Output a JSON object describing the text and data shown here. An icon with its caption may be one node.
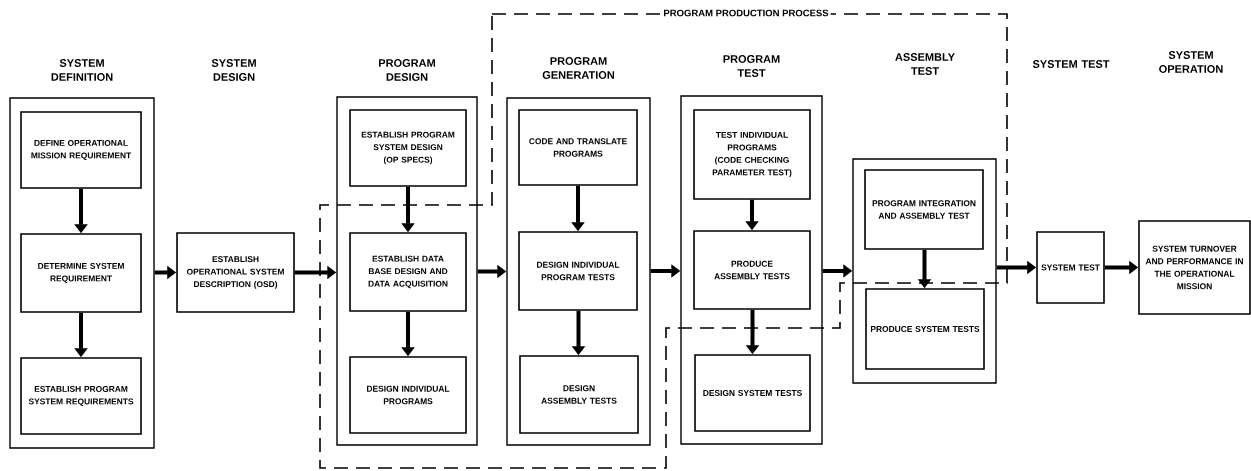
{
  "diagram": {
    "nodes": [
      {
        "text": [
          "SYSTEM DEFINITION"
        ]
      },
      {
        "text": [
          "DEFINE OPERATIONAL MISSION REQUIREMENT"
        ],
        "in": 0
      },
      {
        "text": [
          "DETERMINE SYSTEM REQUIREMENT"
        ],
        "in": 0
      },
      {
        "text": [
          "ESTABLISH PROGRAM SYSTEM REQUIREMENTS"
        ],
        "in": 0
      },
      {
        "text": [
          "ESTABLISH OPERATIONAL SYSTEM DESCRIPTION (OSD)"
        ]
      },
      {
        "text": [
          "PROGRAM DESIGN"
        ]
      },
      {
        "text": [
          "ESTABLISH PROGRAM SYSTEM DESIGN (OP SPECS)"
        ],
        "in": 5
      },
      {
        "text": [
          "ESTABLISH DATA BASE DESIGN AND DATA ACQUISITION"
        ],
        "in": 5
      },
      {
        "text": [
          "DESIGN INDIVIDUAL PROGRAMS"
        ],
        "in": 5
      },
      {
        "text": [
          "PROGRAM GENERATION"
        ]
      },
      {
        "text": [
          "CODE AND TRANSLATE PROGRAMS"
        ],
        "in": 9
      },
      {
        "text": [
          "DESIGN INDIVIDUAL PROGRAM TESTS"
        ],
        "in": 9
      },
      {
        "text": [
          "DESIGN ASSEMBLY TESTS"
        ],
        "in": 9
      },
      {
        "text": [
          "PROGRAM TEST"
        ]
      },
      {
        "text": [
          "TEST INDIVIDUAL PROGRAMS (CODE CHECKING PARAMETER TEST)"
        ],
        "in": 13
      },
      {
        "text": [
          "PRODUCE ASSEMBLY TESTS"
        ],
        "in": 13
      },
      {
        "text": [
          "DESIGN SYSTEM TESTS"
        ],
        "in": 13
      },
      {
        "text": [],
        "shape": "box"
      },
      {
        "text": [
          "PROGRAM INTEGRATION AND ASSEMBLY TEST"
        ],
        "in": 17
      },
      {
        "text": [
          "PRODUCE SYSTEM TESTS"
        ],
        "in": 17
      },
      {
        "text": [
          "SYSTEM TEST"
        ]
      },
      {
        "text": [
          "SYSTEM TURNOVER AND PERFORMANCE IN THE OPERATIONAL MISSION"
        ]
      }
    ],
    "edges": [
      {
        "from": 1,
        "to": 2,
        "arrow": "to"
      },
      {
        "from": 2,
        "to": 3,
        "arrow": "to"
      },
      {
        "from": 0,
        "to": 4,
        "arrow": "to"
      },
      {
        "from": 4,
        "to": 5,
        "arrow": "to"
      },
      {
        "from": 6,
        "to": 7,
        "arrow": "to"
      },
      {
        "from": 7,
        "to": 8,
        "arrow": "to"
      },
      {
        "from": 5,
        "to": 9,
        "arrow": "to"
      },
      {
        "from": 10,
        "to": 11,
        "arrow": "to"
      },
      {
        "from": 11,
        "to": 12,
        "arrow": "to"
      },
      {
        "from": 9,
        "to": 13,
        "arrow": "to"
      },
      {
        "from": 14,
        "to": 15,
        "arrow": "to"
      },
      {
        "from": 15,
        "to": 16,
        "arrow": "to"
      },
      {
        "from": 13,
        "to": 17,
        "arrow": "to"
      },
      {
        "from": 18,
        "to": 19,
        "arrow": "to"
      },
      {
        "from": 17,
        "to": 20,
        "arrow": "to"
      },
      {
        "from": 20,
        "to": 21,
        "arrow": "to"
      }
    ],
    "labels": [
      "PROGRAM PRODUCTION PROCESS",
      "SYSTEM DESIGN",
      "ASSEMBLY TEST",
      "SYSTEM TEST",
      "SYSTEM OPERATION"
    ]
  }
}
